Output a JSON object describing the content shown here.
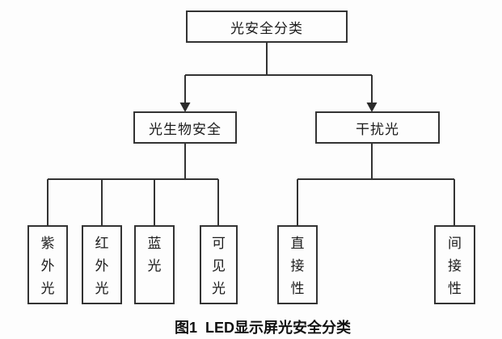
{
  "figure": {
    "background": "#fdfdfd",
    "line_color": "#333333",
    "text_color": "#1c1c1c",
    "caption": "图1  LED显示屏光安全分类",
    "tree": {
      "root": {
        "label": "光安全分类"
      },
      "branches": [
        {
          "label": "光生物安全",
          "children": [
            "紫外光",
            "红外光",
            "蓝光",
            "可见光"
          ]
        },
        {
          "label": "干扰光",
          "children": [
            "直接性",
            "间接性"
          ]
        }
      ]
    }
  }
}
